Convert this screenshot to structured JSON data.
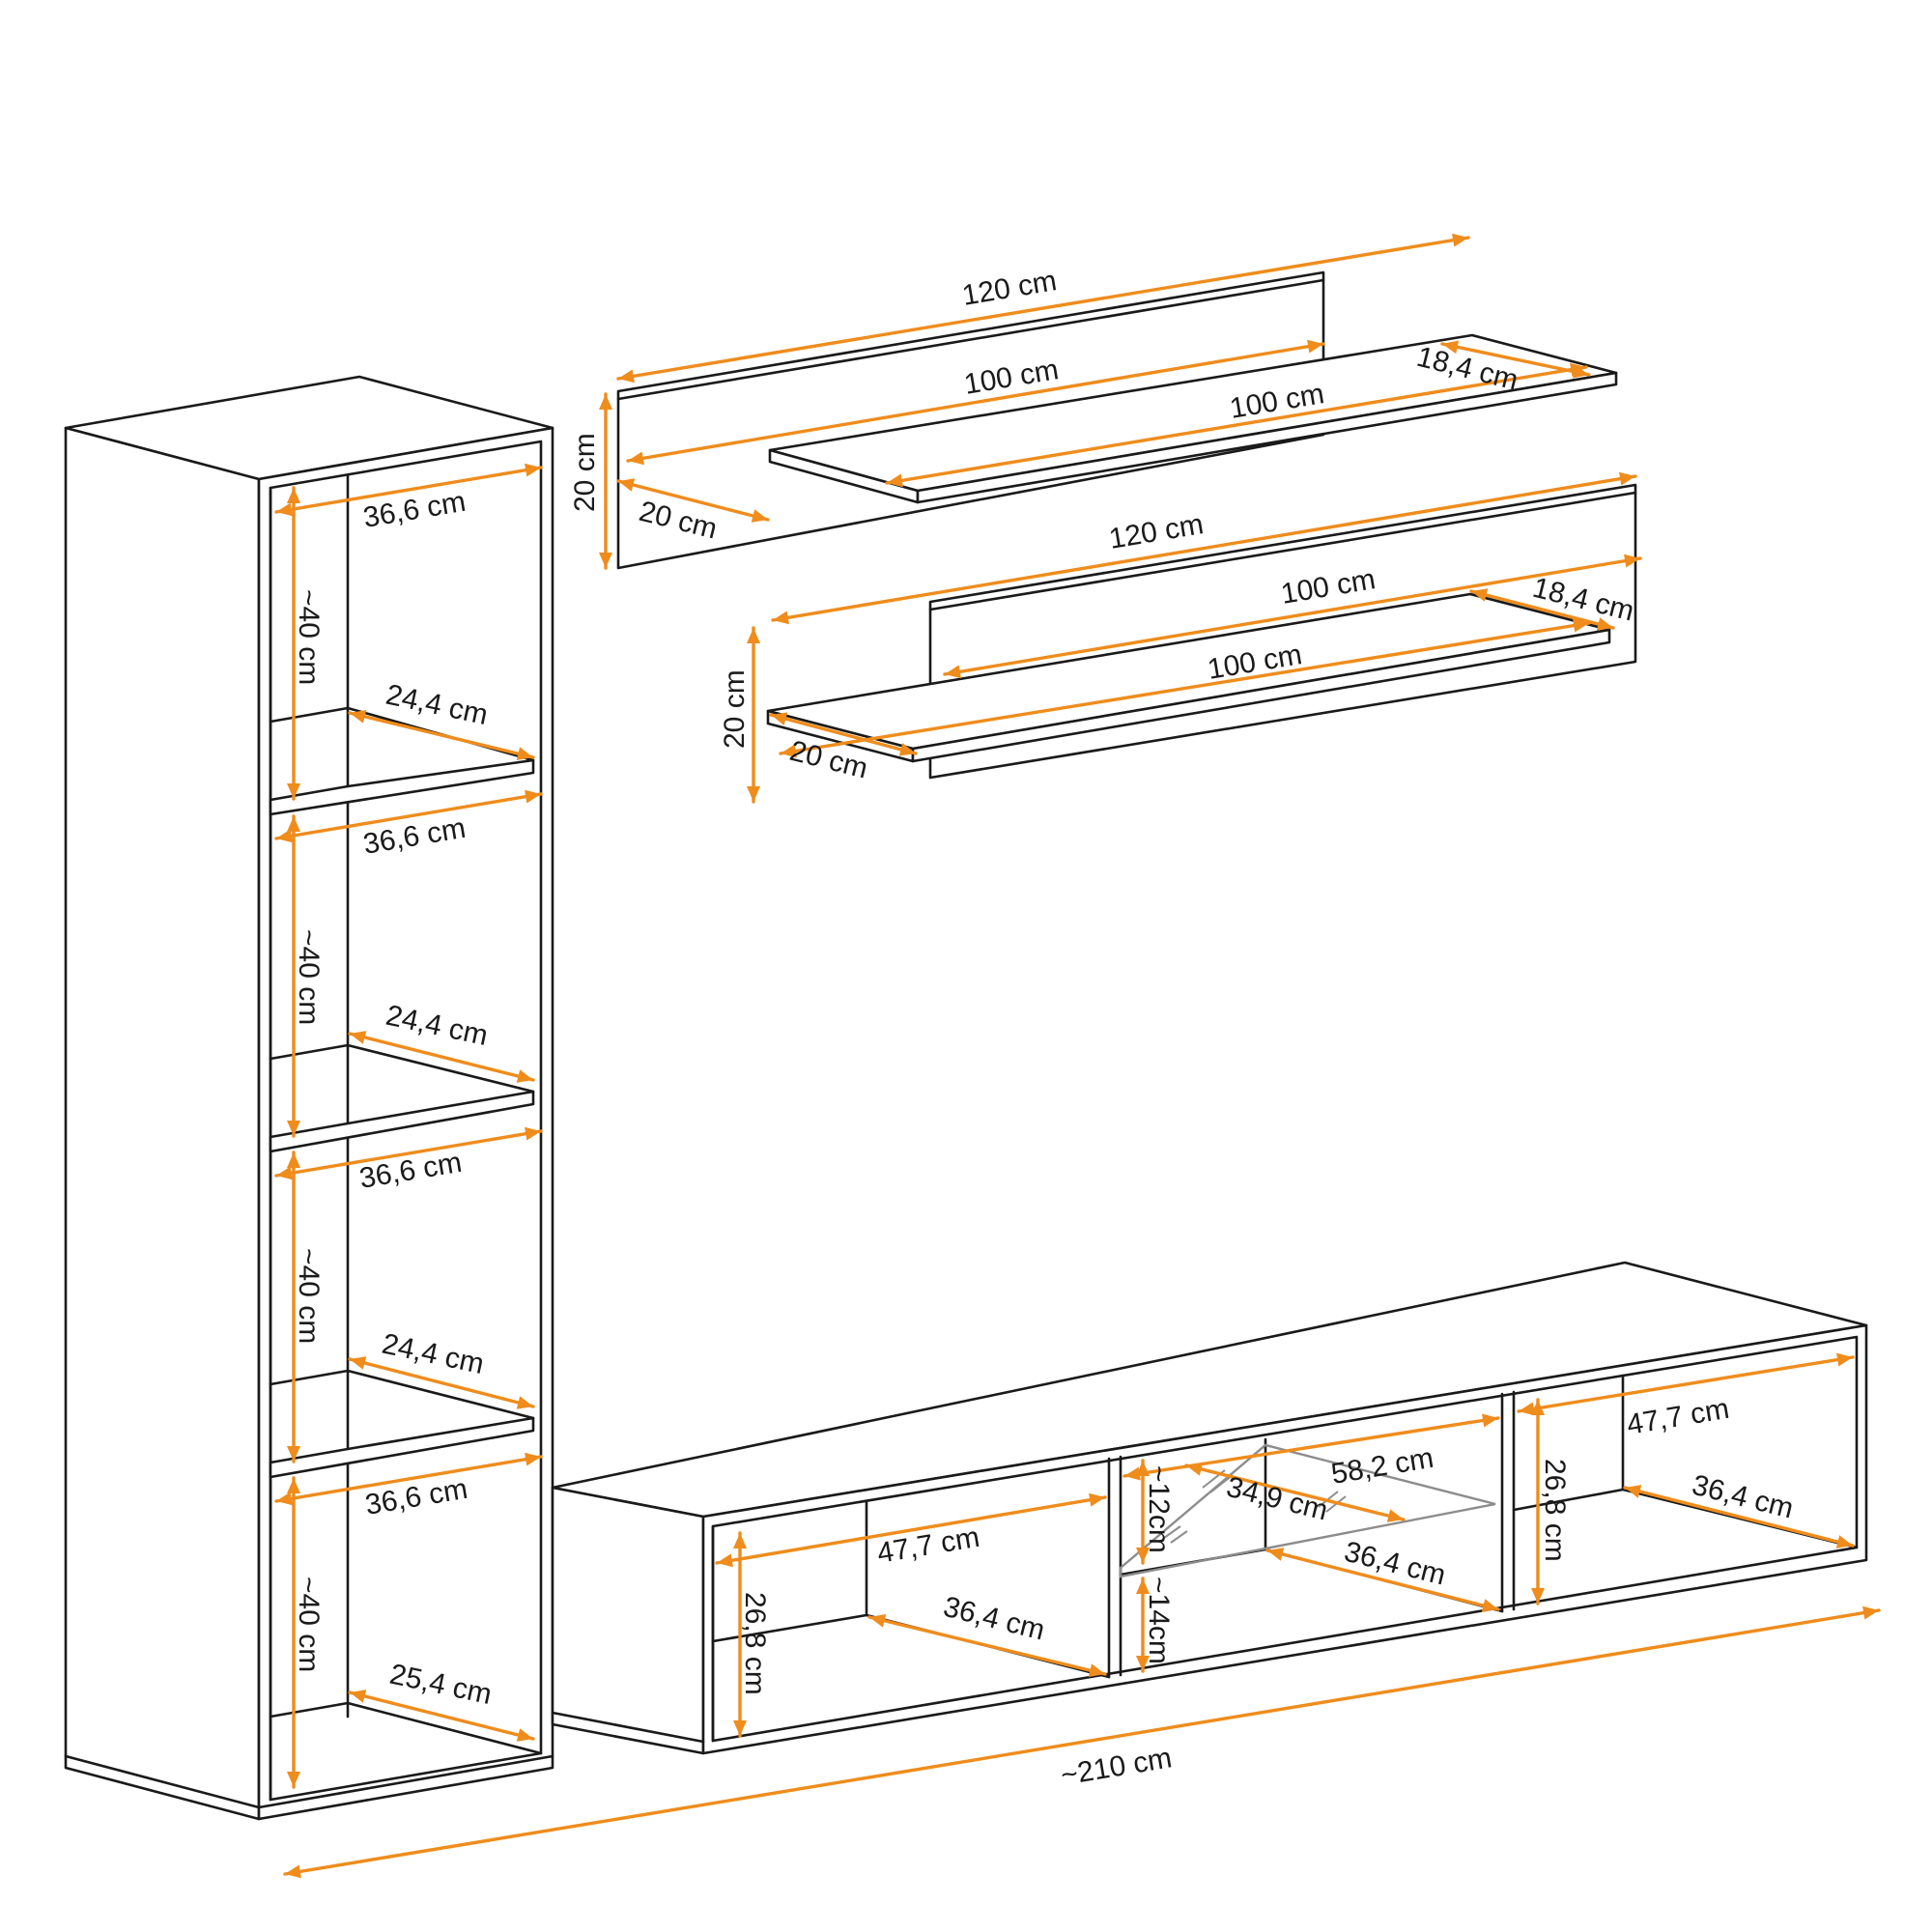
{
  "colors": {
    "dimension": "#ef8c1c",
    "outline": "#1a1a1a",
    "glass": "#8c8c8c",
    "background": "#ffffff"
  },
  "shelf_top": {
    "width": "120 cm",
    "panel_width": "100 cm",
    "shelf_length": "100 cm",
    "shelf_depth": "18,4 cm",
    "height": "20 cm",
    "depth": "20 cm"
  },
  "shelf_bottom": {
    "width": "120 cm",
    "panel_width": "100 cm",
    "shelf_length": "100 cm",
    "shelf_depth": "18,4 cm",
    "height": "20 cm",
    "depth": "20 cm"
  },
  "tall_cabinet": {
    "compartments": [
      {
        "width": "36,6 cm",
        "height": "~40 cm",
        "depth": "24,4 cm"
      },
      {
        "width": "36,6 cm",
        "height": "~40 cm",
        "depth": "24,4 cm"
      },
      {
        "width": "36,6 cm",
        "height": "~40 cm",
        "depth": "24,4 cm"
      },
      {
        "width": "36,6 cm",
        "height": "~40 cm",
        "depth": "25,4 cm"
      }
    ]
  },
  "tv_unit": {
    "left": {
      "width": "47,7 cm",
      "height": "26,8 cm",
      "depth": "36,4 cm"
    },
    "middle": {
      "width": "58,2 cm",
      "glass_depth": "34,9 cm",
      "upper_height": "~12cm",
      "lower_height": "~14cm",
      "depth": "36,4 cm"
    },
    "right": {
      "width": "47,7 cm",
      "height": "26,8 cm",
      "depth": "36,4 cm"
    },
    "total_width": "~210 cm"
  }
}
